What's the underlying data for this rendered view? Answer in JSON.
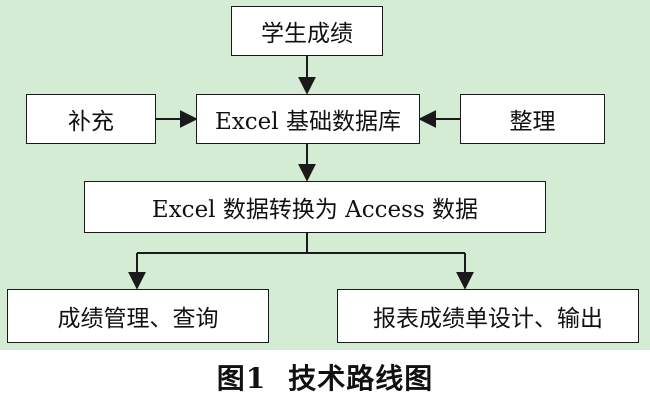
{
  "diagram": {
    "nodes": {
      "grades": "学生成绩",
      "supplement": "补充",
      "excel_db": "Excel 基础数据库",
      "organize": "整理",
      "convert": "Excel 数据转换为 Access 数据",
      "manage": "成绩管理、查询",
      "report": "报表成绩单设计、输出"
    },
    "edges": [
      {
        "from": "grades",
        "to": "excel_db"
      },
      {
        "from": "supplement",
        "to": "excel_db"
      },
      {
        "from": "organize",
        "to": "excel_db"
      },
      {
        "from": "excel_db",
        "to": "convert"
      },
      {
        "from": "convert",
        "to": "manage"
      },
      {
        "from": "convert",
        "to": "report"
      }
    ]
  },
  "caption": {
    "number": "图1",
    "text": "技术路线图"
  },
  "colors": {
    "background": "#d3ecd3",
    "box_fill": "#ffffff",
    "line": "#1a1a1a"
  }
}
